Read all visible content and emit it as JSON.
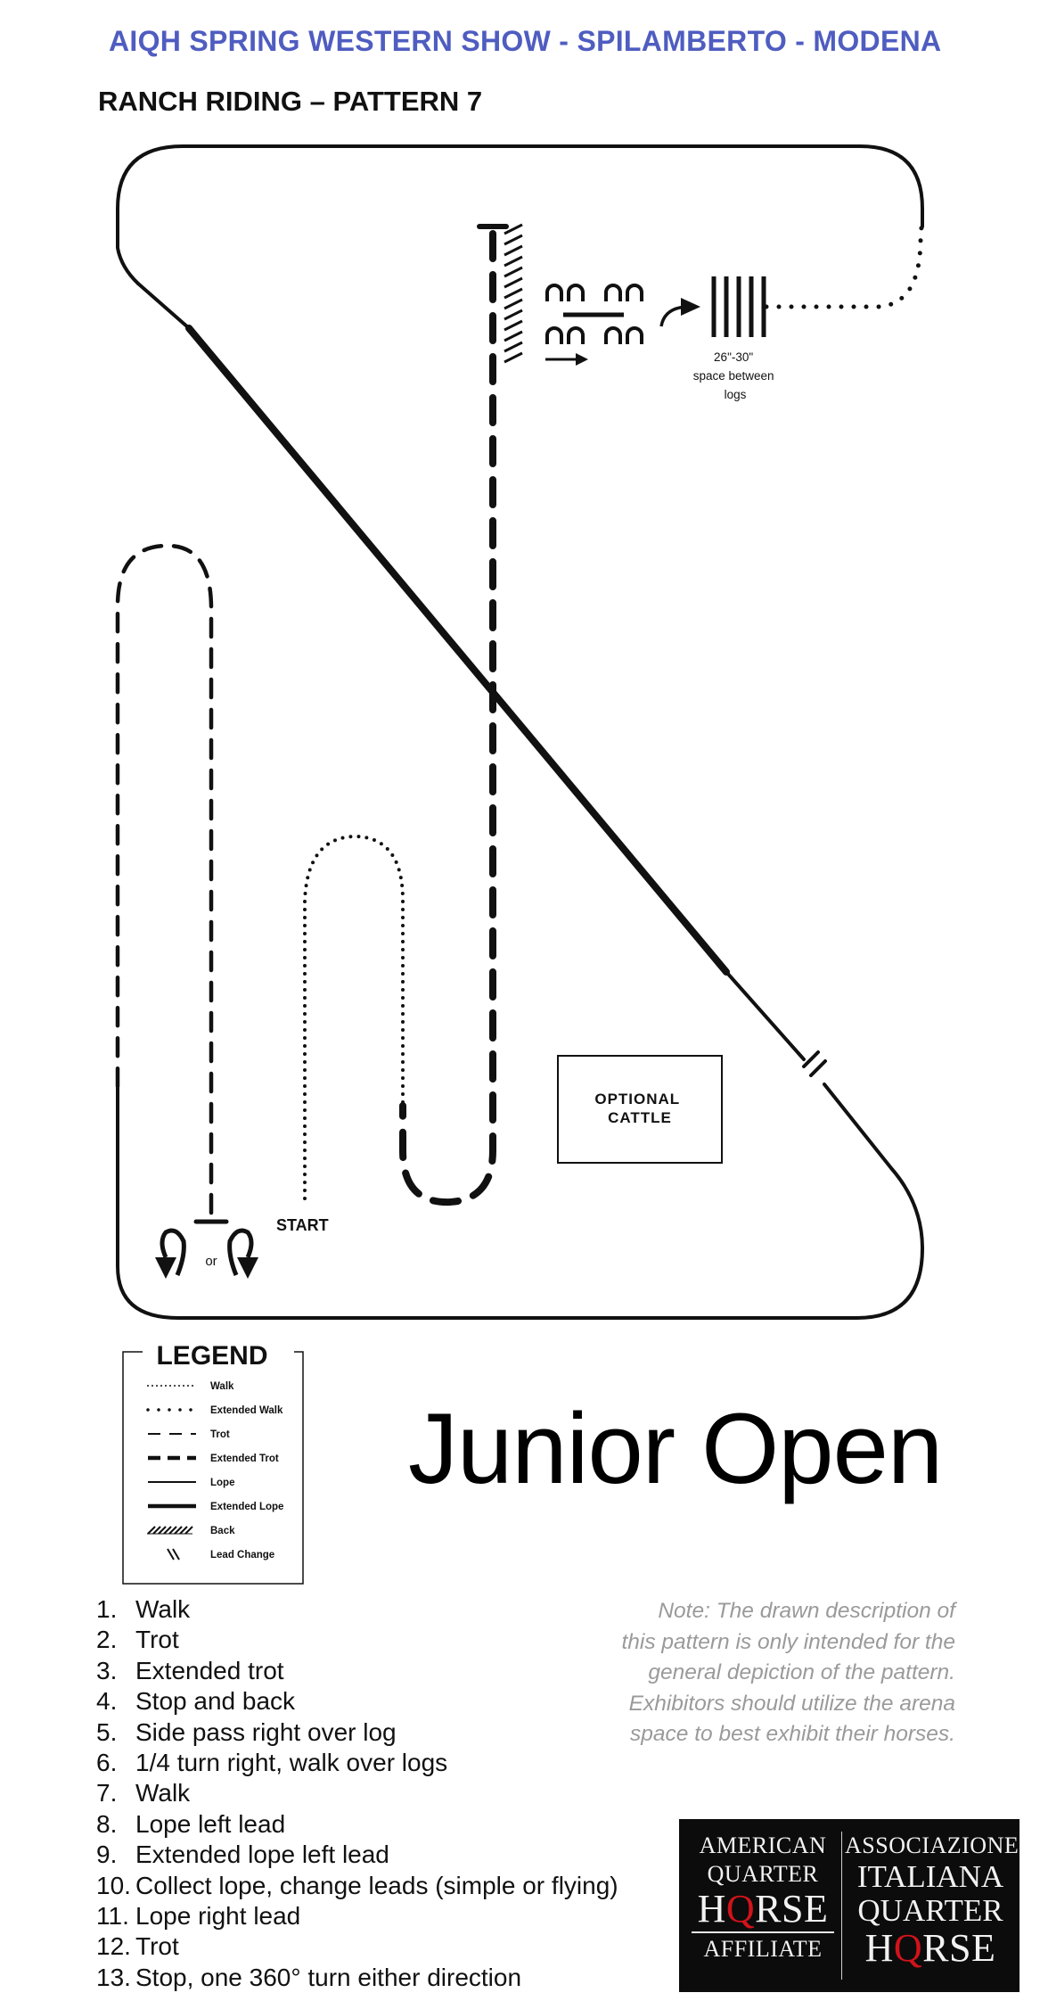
{
  "header": {
    "show_title": "AIQH SPRING WESTERN SHOW - SPILAMBERTO - MODENA",
    "pattern_title": "RANCH RIDING – PATTERN 7"
  },
  "colors": {
    "header_blue": "#4f5dc0",
    "ink": "#111111",
    "note_gray": "#9a9a9a",
    "logo_bg": "#0c0c0c",
    "logo_red": "#d1131a"
  },
  "arena": {
    "logs_label": [
      "26\"-30\"",
      "space between",
      "logs"
    ],
    "cattle_label": [
      "OPTIONAL",
      "CATTLE"
    ],
    "start_label": "START",
    "or_label": "or"
  },
  "legend": {
    "title": "LEGEND",
    "items": [
      {
        "label": "Walk",
        "style": "walk"
      },
      {
        "label": "Extended Walk",
        "style": "extended-walk"
      },
      {
        "label": "Trot",
        "style": "trot"
      },
      {
        "label": "Extended Trot",
        "style": "extended-trot"
      },
      {
        "label": "Lope",
        "style": "lope"
      },
      {
        "label": "Extended Lope",
        "style": "extended-lope"
      },
      {
        "label": "Back",
        "style": "back"
      },
      {
        "label": "Lead Change",
        "style": "lead-change"
      }
    ]
  },
  "class_name": "Junior Open",
  "steps": [
    {
      "num": "1.",
      "text": "Walk"
    },
    {
      "num": "2.",
      "text": "Trot"
    },
    {
      "num": "3.",
      "text": "Extended trot"
    },
    {
      "num": "4.",
      "text": "Stop and back"
    },
    {
      "num": "5.",
      "text": "Side pass right over log"
    },
    {
      "num": "6.",
      "text": "1/4 turn right, walk over logs"
    },
    {
      "num": "7.",
      "text": "Walk"
    },
    {
      "num": "8.",
      "text": "Lope left lead"
    },
    {
      "num": "9.",
      "text": "Extended lope left lead"
    },
    {
      "num": "10.",
      "text": "Collect lope, change leads (simple or flying)"
    },
    {
      "num": "11.",
      "text": "Lope right lead"
    },
    {
      "num": "12.",
      "text": "Trot"
    },
    {
      "num": "13.",
      "text": "Stop, one 360° turn either direction"
    }
  ],
  "note": {
    "lines": [
      "Note: The drawn description of",
      "this pattern is only intended for the",
      "general depiction of the pattern.",
      "Exhibitors should utilize the arena",
      "space to best exhibit their horses."
    ]
  },
  "logo": {
    "left": {
      "line1": "AMERICAN",
      "line2": "QUARTER",
      "line3_a": "H",
      "line3_q": "Q",
      "line3_b": "RSE",
      "line4": "AFFILIATE"
    },
    "right": {
      "line1": "ASSOCIAZIONE",
      "line2": "ITALIANA",
      "line3": "QUARTER",
      "line4_a": "H",
      "line4_q": "Q",
      "line4_b": "RSE"
    }
  }
}
